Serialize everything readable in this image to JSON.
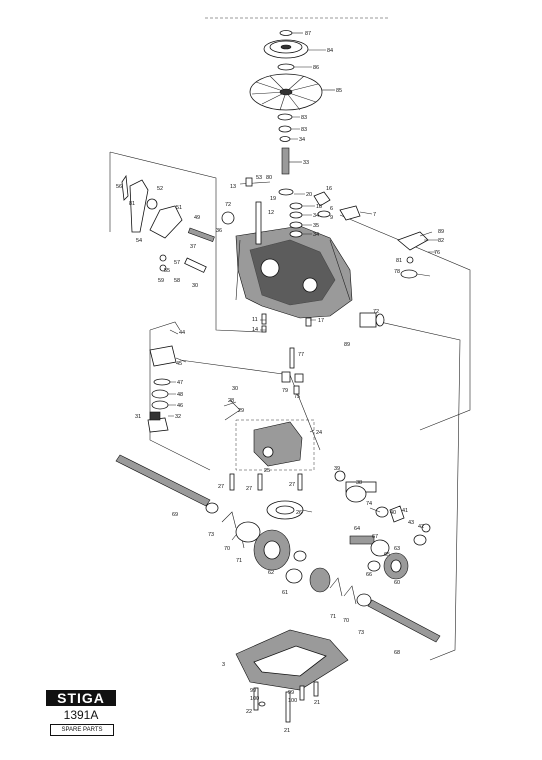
{
  "brand": {
    "logo_text": "STIGA",
    "doc_code": "1391A",
    "subtitle": "SPARE PARTS"
  },
  "callouts": {
    "c87": "87",
    "c84": "84",
    "c86": "86",
    "c85": "85",
    "c83a": "83",
    "c83b": "83",
    "c34a": "34",
    "c33": "33",
    "c13": "13",
    "c53": "53",
    "c80": "80",
    "c20": "20",
    "c16": "16",
    "c56": "56",
    "c52": "52",
    "c19": "19",
    "c18": "18",
    "c6": "6",
    "c81": "81",
    "c72a": "72",
    "c34b": "34",
    "c9": "9",
    "c7": "7",
    "c51": "51",
    "c49": "49",
    "c12": "12",
    "c35": "35",
    "c34c": "34",
    "c54": "54",
    "c37": "37",
    "c36": "36",
    "c55": "55",
    "c57": "57",
    "c59": "59",
    "c58": "58",
    "c30": "30",
    "c89a": "89",
    "c82": "82",
    "c76": "76",
    "c81b": "81",
    "c78": "78",
    "c11": "11",
    "c14": "14",
    "c17": "17",
    "c72b": "72",
    "c89b": "89",
    "c44": "44",
    "c45": "45",
    "c47": "47",
    "c48": "48",
    "c46": "46",
    "c31": "31",
    "c32": "32",
    "c77": "77",
    "c79": "79",
    "c75": "75",
    "c30b": "30",
    "c28": "28",
    "c29": "29",
    "c24": "24",
    "c25": "25",
    "c27a": "27",
    "c27b": "27",
    "c27c": "27",
    "c26": "26",
    "c39": "39",
    "c38": "38",
    "c74": "74",
    "c69a": "69",
    "c73a": "73",
    "c70a": "70",
    "c71a": "71",
    "c62": "62",
    "c61": "61",
    "c40": "40",
    "c41": "41",
    "c43": "43",
    "c42": "42",
    "c67": "67",
    "c64": "64",
    "c63": "63",
    "c65": "65",
    "c60": "60",
    "c66": "66",
    "c71b": "71",
    "c70b": "70",
    "c73b": "73",
    "c68": "68",
    "c3": "3",
    "c99a": "99",
    "c100a": "100",
    "c22": "22",
    "c99b": "99",
    "c100b": "100",
    "c21a": "21",
    "c21b": "21"
  }
}
